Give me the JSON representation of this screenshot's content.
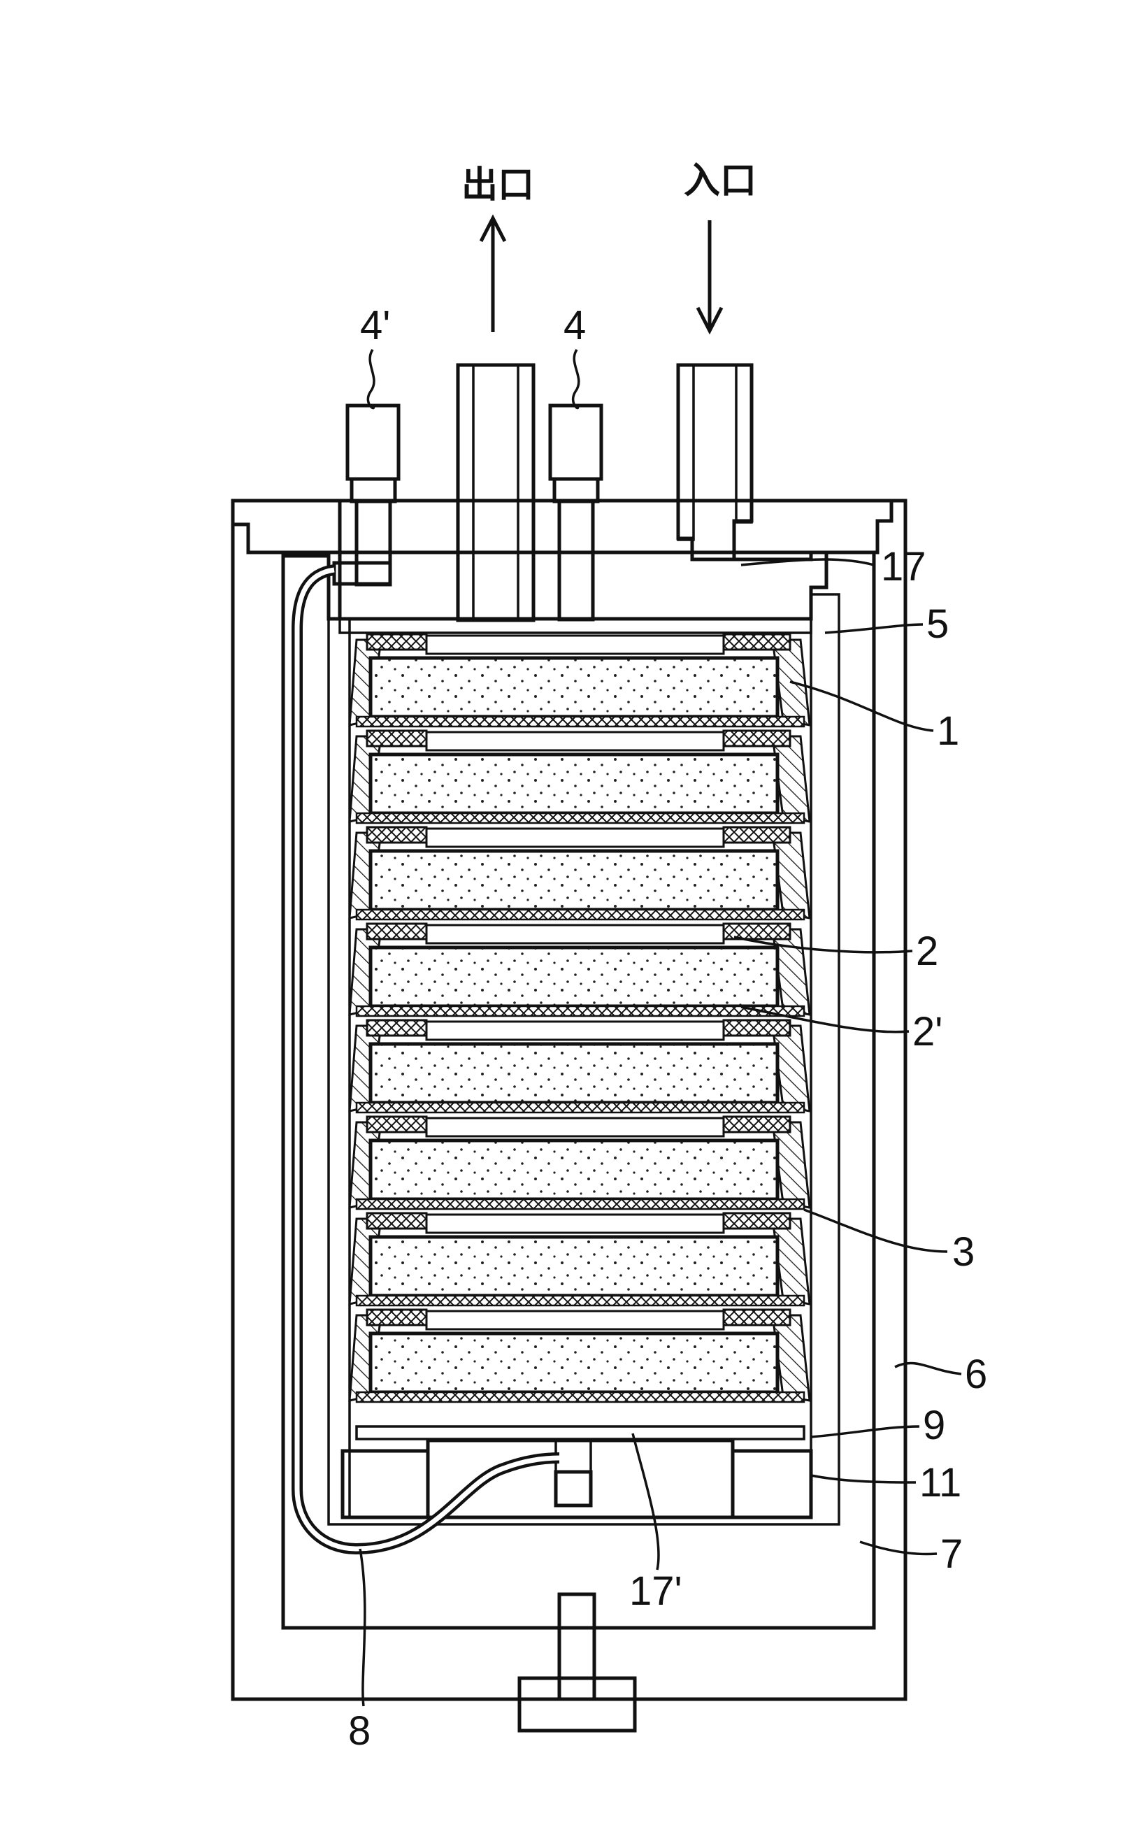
{
  "labels": {
    "outlet": "出口",
    "inlet": "入口",
    "n4p": "4'",
    "n4": "4",
    "n17": "17",
    "n5": "5",
    "n1": "1",
    "n2": "2",
    "n2p": "2'",
    "n3": "3",
    "n6": "6",
    "n9": "9",
    "n11": "11",
    "n7": "7",
    "n17p": "17'",
    "n8": "8"
  },
  "colors": {
    "ink": "#111111",
    "paper": "#ffffff"
  }
}
